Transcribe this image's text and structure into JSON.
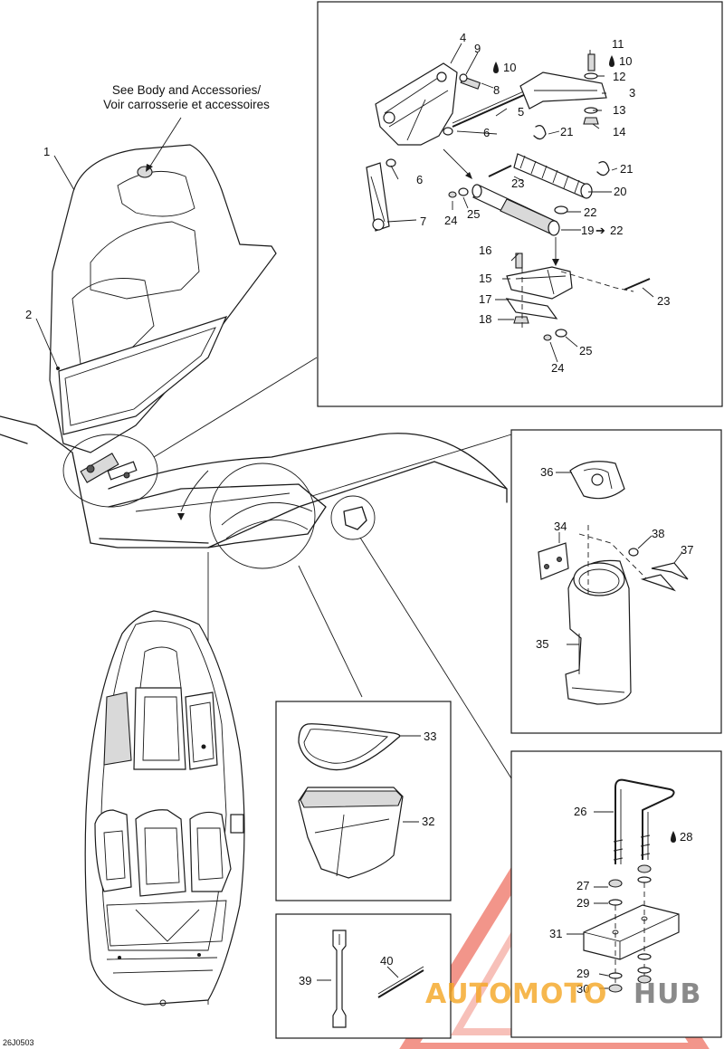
{
  "note": {
    "line1": "See Body and Accessories/",
    "line2": "Voir carrosserie et accessoires"
  },
  "drawing_code": "26J0503",
  "watermark": {
    "part1": "AUTO",
    "part2": "MOTO",
    "part3": "HUB",
    "colors": {
      "orange": "#f5a623",
      "red": "#e8402c",
      "gray": "#6d6d6d"
    }
  },
  "callouts": {
    "c1": "1",
    "c2": "2",
    "c3": "3",
    "c4": "4",
    "c5": "5",
    "c6a": "6",
    "c6b": "6",
    "c7": "7",
    "c8": "8",
    "c9": "9",
    "c10a": "10",
    "c10b": "10",
    "c11": "11",
    "c12": "12",
    "c13": "13",
    "c14": "14",
    "c15": "15",
    "c16": "16",
    "c17": "17",
    "c18": "18",
    "c19": "19",
    "c19to": "22",
    "c20": "20",
    "c21a": "21",
    "c21b": "21",
    "c22": "22",
    "c23a": "23",
    "c23b": "23",
    "c24a": "24",
    "c24b": "24",
    "c25a": "25",
    "c25b": "25",
    "c26": "26",
    "c27": "27",
    "c28": "28",
    "c29a": "29",
    "c29b": "29",
    "c30": "30",
    "c31": "31",
    "c32": "32",
    "c33": "33",
    "c34": "34",
    "c35": "35",
    "c36": "36",
    "c37": "37",
    "c38": "38",
    "c39": "39",
    "c40": "40"
  },
  "symbols": {
    "arrow": "➔",
    "lube": "drop-icon"
  }
}
